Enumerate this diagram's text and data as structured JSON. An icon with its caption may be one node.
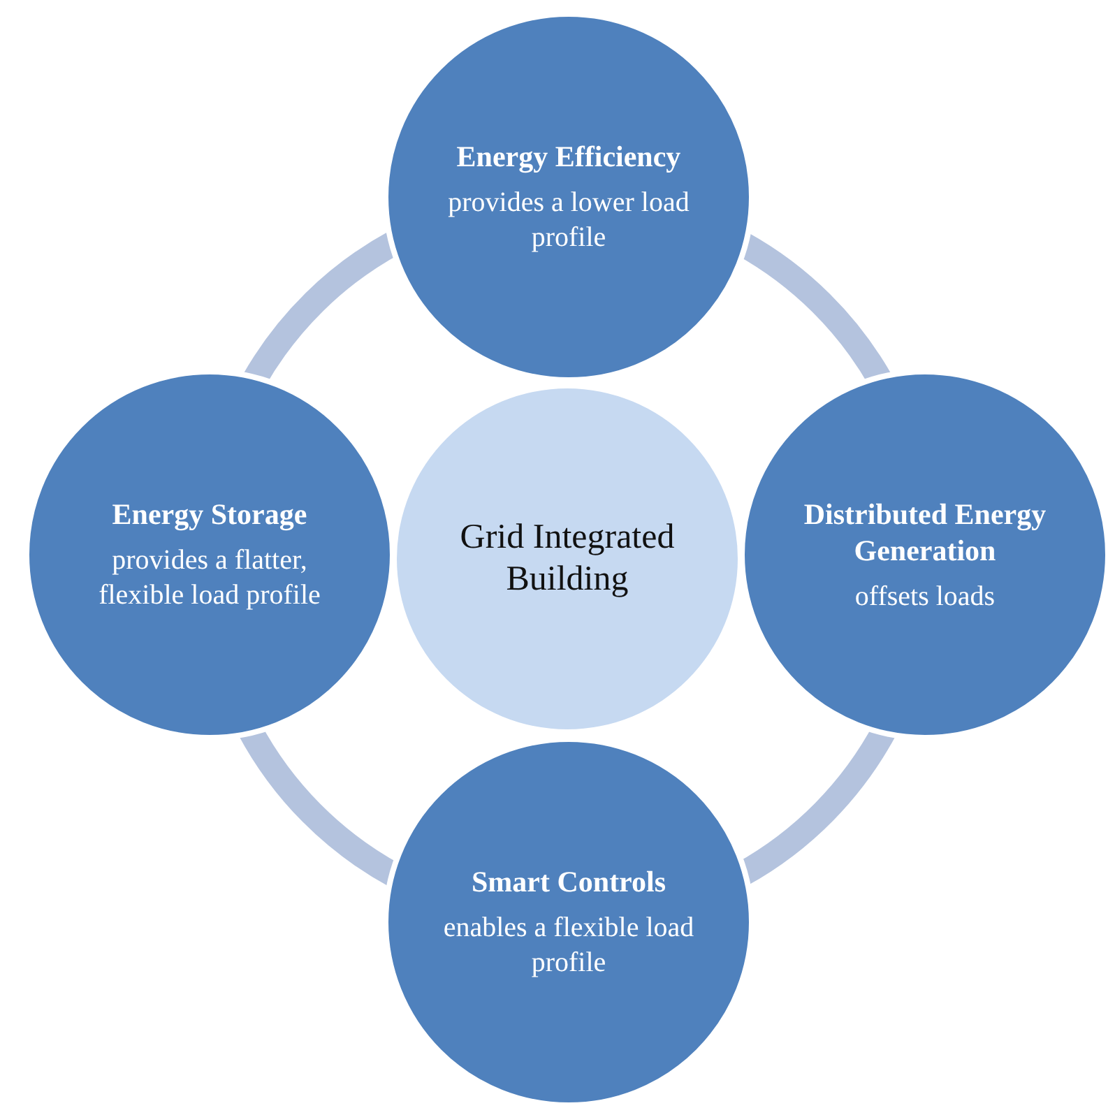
{
  "diagram": {
    "nodes": [
      {
        "text": [
          "Energy Efficiency",
          "provides a lower load profile"
        ]
      },
      {
        "text": [
          "Energy Storage",
          "provides a flatter, flexible load profile"
        ]
      },
      {
        "text": [
          "Grid Integrated Building"
        ]
      },
      {
        "text": [
          "Distributed Energy Generation",
          "offsets loads"
        ]
      },
      {
        "text": [
          "Smart Controls",
          "enables a flexible load profile"
        ]
      }
    ],
    "edges": [
      {
        "from": 0,
        "to": 3,
        "arrow": "none"
      },
      {
        "from": 3,
        "to": 4,
        "arrow": "none"
      },
      {
        "from": 4,
        "to": 1,
        "arrow": "none"
      },
      {
        "from": 1,
        "to": 0,
        "arrow": "none"
      }
    ]
  }
}
